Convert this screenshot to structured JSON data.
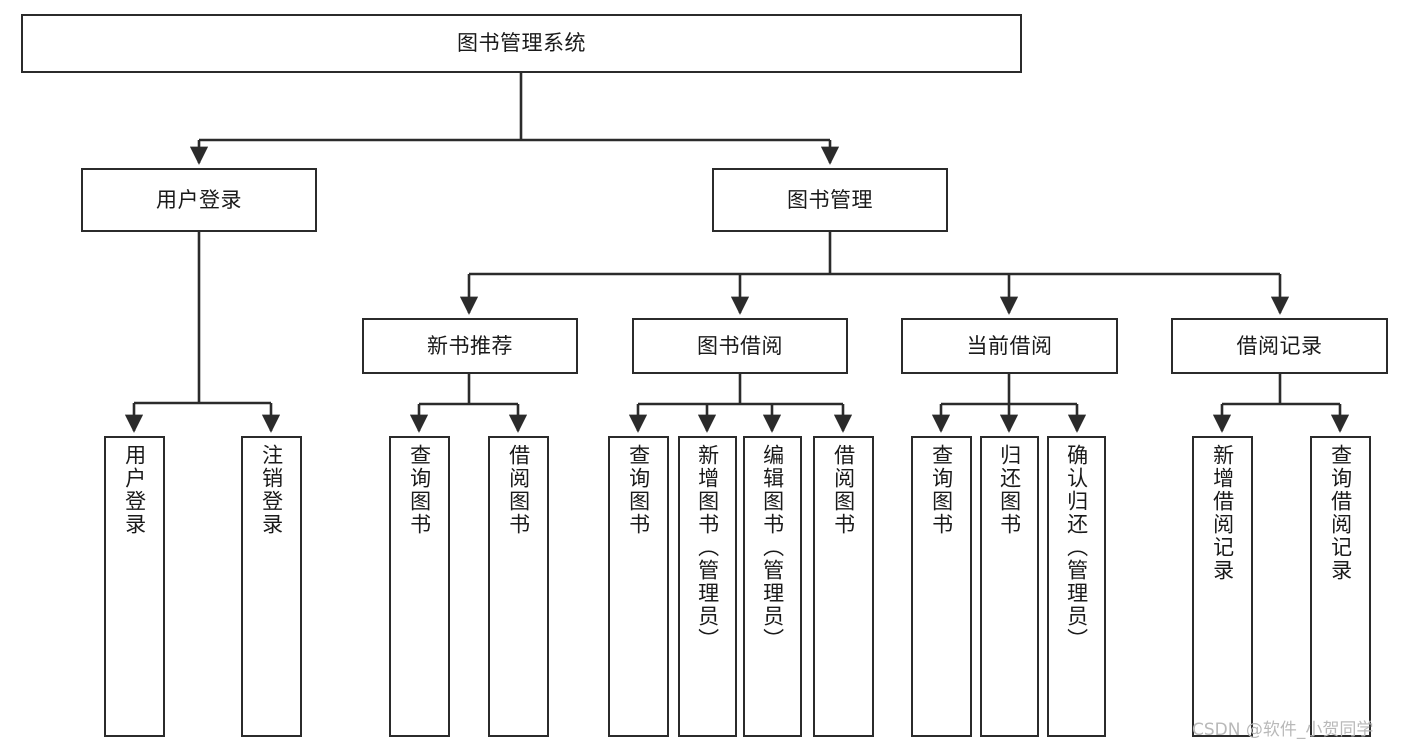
{
  "diagram": {
    "type": "tree-hierarchy",
    "title": "图书管理系统",
    "orientation": "top-down",
    "edge_color": "#2b2b2b",
    "box_border_color": "#2b2b2b",
    "box_fill_color": "#ffffff",
    "text_color": "#1a1a1a",
    "background_color": "#ffffff"
  },
  "nodes": {
    "root": {
      "label": "图书管理系统"
    },
    "level2": [
      {
        "label": "用户登录"
      },
      {
        "label": "图书管理"
      }
    ],
    "level3": [
      {
        "label": "新书推荐"
      },
      {
        "label": "图书借阅"
      },
      {
        "label": "当前借阅"
      },
      {
        "label": "借阅记录"
      }
    ],
    "leaves_user_login": [
      {
        "label": "用户登录"
      },
      {
        "label": "注销登录"
      }
    ],
    "leaves_new_book": [
      {
        "label": "查询图书"
      },
      {
        "label": "借阅图书"
      }
    ],
    "leaves_borrow": [
      {
        "label": "查询图书"
      },
      {
        "label": "新增图书（管理员）"
      },
      {
        "label": "编辑图书（管理员）"
      },
      {
        "label": "借阅图书"
      }
    ],
    "leaves_current": [
      {
        "label": "查询图书"
      },
      {
        "label": "归还图书"
      },
      {
        "label": "确认归还（管理员）"
      }
    ],
    "leaves_record": [
      {
        "label": "新增借阅记录"
      },
      {
        "label": "查询借阅记录"
      }
    ]
  },
  "watermark": {
    "text": "CSDN @软件_小贺同学",
    "color": "#b9b9b9"
  }
}
